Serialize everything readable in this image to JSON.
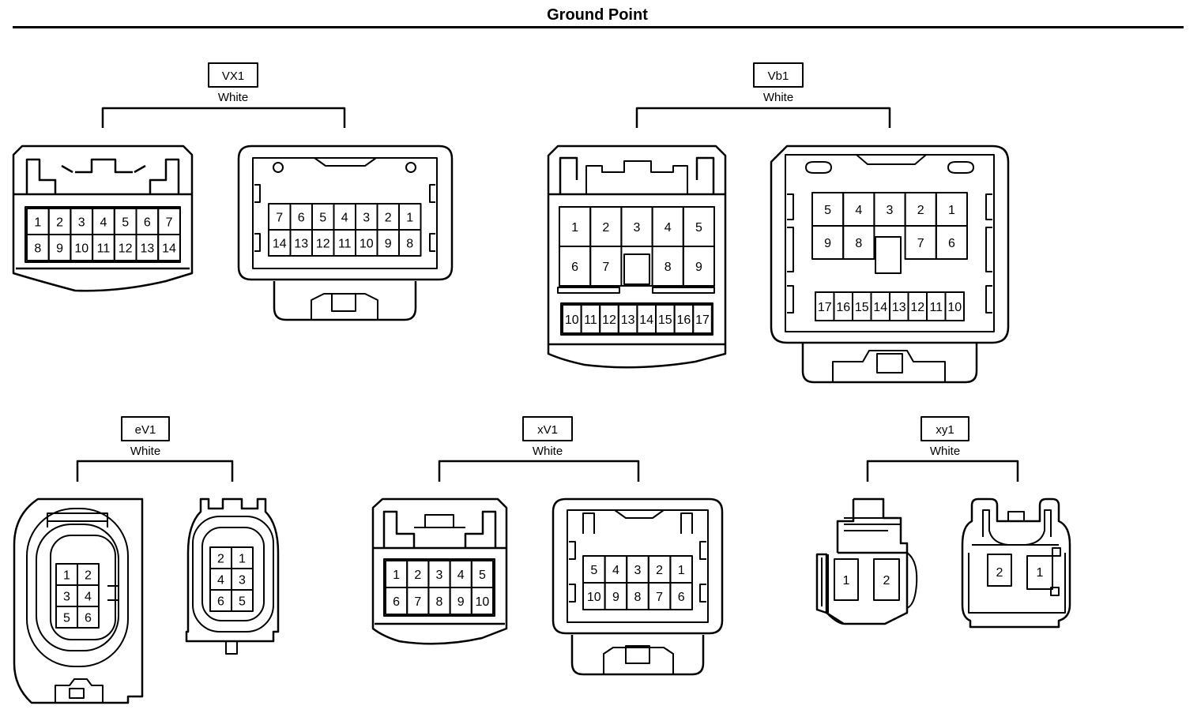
{
  "title": "Ground Point",
  "connectors": [
    {
      "code": "VX1",
      "color": "White",
      "faces": [
        {
          "name": "female",
          "rows": [
            [
              "1",
              "2",
              "3",
              "4",
              "5",
              "6",
              "7"
            ],
            [
              "8",
              "9",
              "10",
              "11",
              "12",
              "13",
              "14"
            ]
          ]
        },
        {
          "name": "male",
          "rows": [
            [
              "7",
              "6",
              "5",
              "4",
              "3",
              "2",
              "1"
            ],
            [
              "14",
              "13",
              "12",
              "11",
              "10",
              "9",
              "8"
            ]
          ]
        }
      ]
    },
    {
      "code": "Vb1",
      "color": "White",
      "faces": [
        {
          "name": "female",
          "rows": [
            [
              "1",
              "2",
              "3",
              "4",
              "5"
            ],
            [
              "6",
              "7",
              "",
              "8",
              "9"
            ],
            [
              "10",
              "11",
              "12",
              "13",
              "14",
              "15",
              "16",
              "17"
            ]
          ]
        },
        {
          "name": "male",
          "rows": [
            [
              "5",
              "4",
              "3",
              "2",
              "1"
            ],
            [
              "9",
              "8",
              "",
              "7",
              "6"
            ],
            [
              "17",
              "16",
              "15",
              "14",
              "13",
              "12",
              "11",
              "10"
            ]
          ]
        }
      ]
    },
    {
      "code": "eV1",
      "color": "White",
      "faces": [
        {
          "name": "female",
          "rows": [
            [
              "1",
              "2"
            ],
            [
              "3",
              "4"
            ],
            [
              "5",
              "6"
            ]
          ]
        },
        {
          "name": "male",
          "rows": [
            [
              "2",
              "1"
            ],
            [
              "4",
              "3"
            ],
            [
              "6",
              "5"
            ]
          ]
        }
      ]
    },
    {
      "code": "xV1",
      "color": "White",
      "faces": [
        {
          "name": "female",
          "rows": [
            [
              "1",
              "2",
              "3",
              "4",
              "5"
            ],
            [
              "6",
              "7",
              "8",
              "9",
              "10"
            ]
          ]
        },
        {
          "name": "male",
          "rows": [
            [
              "5",
              "4",
              "3",
              "2",
              "1"
            ],
            [
              "10",
              "9",
              "8",
              "7",
              "6"
            ]
          ]
        }
      ]
    },
    {
      "code": "xy1",
      "color": "White",
      "faces": [
        {
          "name": "female",
          "rows": [
            [
              "1",
              "2"
            ]
          ]
        },
        {
          "name": "male",
          "rows": [
            [
              "2",
              "1"
            ]
          ]
        }
      ]
    }
  ]
}
